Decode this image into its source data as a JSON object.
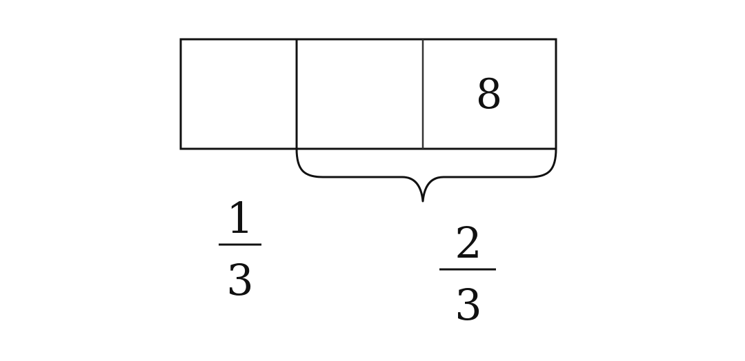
{
  "diagram": {
    "cells": [
      {
        "value": ""
      },
      {
        "value": ""
      },
      {
        "value": "8"
      }
    ],
    "fraction_left": {
      "numerator": "1",
      "denominator": "3"
    },
    "fraction_right": {
      "numerator": "2",
      "denominator": "3"
    },
    "colors": {
      "stroke": "#111111",
      "text": "#111111",
      "background": "#ffffff"
    }
  }
}
